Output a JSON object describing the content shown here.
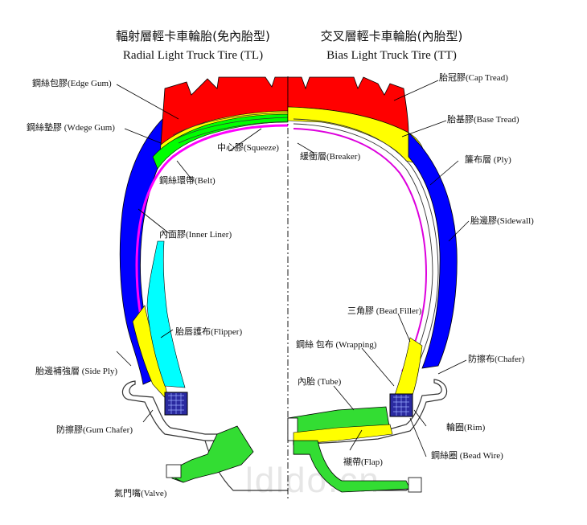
{
  "titles": {
    "left_cn": "輻射層輕卡車輪胎(免內胎型)",
    "left_en": "Radial Light Truck Tire (TL)",
    "right_cn": "交叉層輕卡車輪胎(內胎型)",
    "right_en": "Bias Light Truck Tire (TT)"
  },
  "labels": {
    "edge_gum": "鋼絲包膠(Edge Gum)",
    "wedge_gum": "鋼絲墊膠 (Wdege Gum)",
    "squeeze": "中心膠(Squeeze)",
    "belt": "鋼絲環帶(Belt)",
    "inner_liner": "內面膠(Inner Liner)",
    "flipper": "胎唇護布(Flipper)",
    "side_ply": "胎邊補強層 (Side Ply)",
    "gum_chafer": "防擦膠(Gum Chafer)",
    "valve": "氣門嘴(Valve)",
    "cap_tread": "胎冠膠(Cap Tread)",
    "base_tread": "胎基膠(Base Tread)",
    "breaker": "緩衝層(Breaker)",
    "ply": "簾布層 (Ply)",
    "sidewall": "胎邊膠(Sidewall)",
    "bead_filler": "三角膠 (Bead Filler)",
    "wrapping": "鋼絲 包布 (Wrapping)",
    "chafer": "防擦布(Chafer)",
    "tube": "內胎 (Tube)",
    "rim": "輪圈(Rim)",
    "flap": "襯帶(Flap)",
    "bead_wire": "鋼絲圈 (Bead Wire)"
  },
  "watermark": "ldldo.cn",
  "colors": {
    "tread": "#ff0000",
    "base": "#ffff00",
    "sidewall": "#0000ff",
    "belt": "#00ff00",
    "flipper": "#00ffff",
    "liner": "#ff00ff",
    "rim": "#ffffff",
    "tube": "#33dd33"
  }
}
